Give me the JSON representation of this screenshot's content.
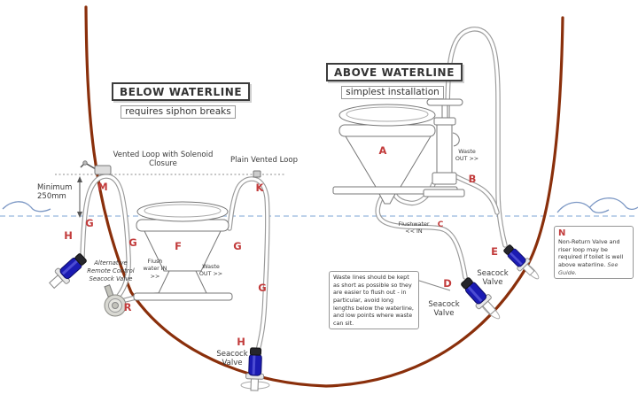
{
  "diagram": {
    "title_below": {
      "heading": "BELOW WATERLINE",
      "subheading": "requires siphon breaks"
    },
    "title_above": {
      "heading": "ABOVE WATERLINE",
      "subheading": "simplest installation"
    },
    "labels": {
      "vented_loop_solenoid": "Vented Loop with Solenoid Closure",
      "plain_vented_loop": "Plain Vented Loop",
      "minimum_height": "Minimum 250mm",
      "alt_seacock": "Alternative Remote Control Seacock Valve",
      "flush_water_in": "Flush water IN >>",
      "waste_out": "Waste OUT >>",
      "flushwater_in": "Flushwater << IN",
      "seacock_valve": "Seacock Valve"
    },
    "letters": {
      "a": "A",
      "b": "B",
      "c": "C",
      "d": "D",
      "e": "E",
      "f": "F",
      "g": "G",
      "h": "H",
      "k": "K",
      "m": "M",
      "n": "N",
      "r": "R"
    },
    "notes": {
      "waste_lines": "Waste lines should be kept as short as possible so they are easier to flush out - in particular, avoid long lengths below the waterline, and low points where waste can sit.",
      "non_return": "Non-Return Valve and riser loop may be required if toilet is well above waterline.",
      "non_return_ref": "See Guide."
    },
    "colors": {
      "hull": "#8a2f0b",
      "letter_red": "#c23b3b",
      "valve_blue": "#1b1bb3",
      "waterline": "#a9c3e4"
    }
  }
}
